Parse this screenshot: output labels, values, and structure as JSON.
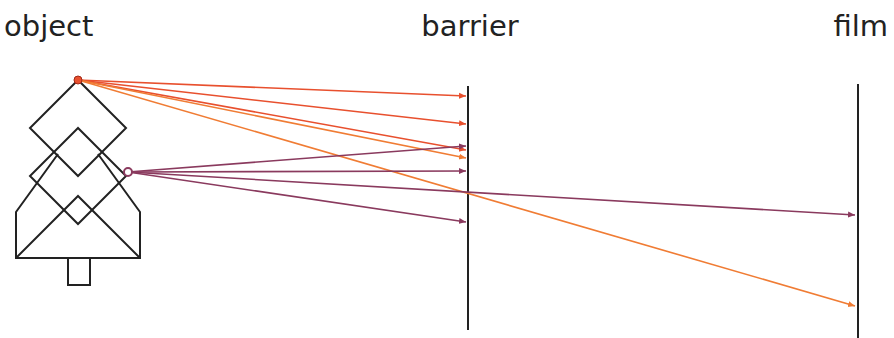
{
  "diagram": {
    "labels": [
      "object",
      "barrier",
      "film"
    ]
  }
}
